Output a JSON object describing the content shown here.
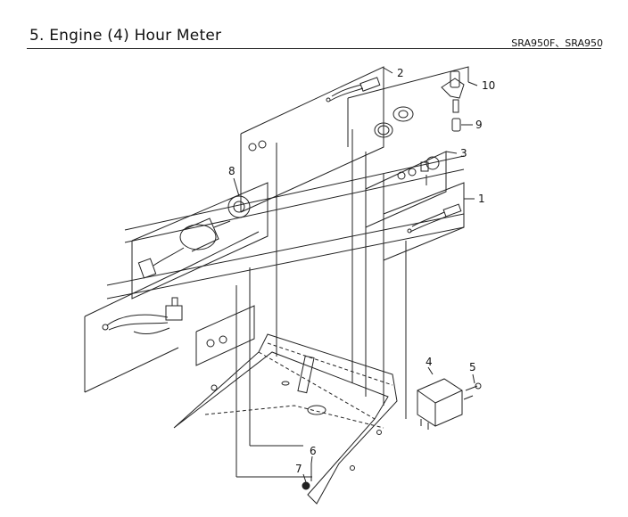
{
  "header": {
    "title": "5. Engine (4) Hour Meter",
    "models": "SRA950F、SRA950"
  },
  "callouts": {
    "c1": "1",
    "c2": "2",
    "c3": "3",
    "c4": "4",
    "c5": "5",
    "c6": "6",
    "c7": "7",
    "c8": "8",
    "c9": "9",
    "c10": "10"
  }
}
